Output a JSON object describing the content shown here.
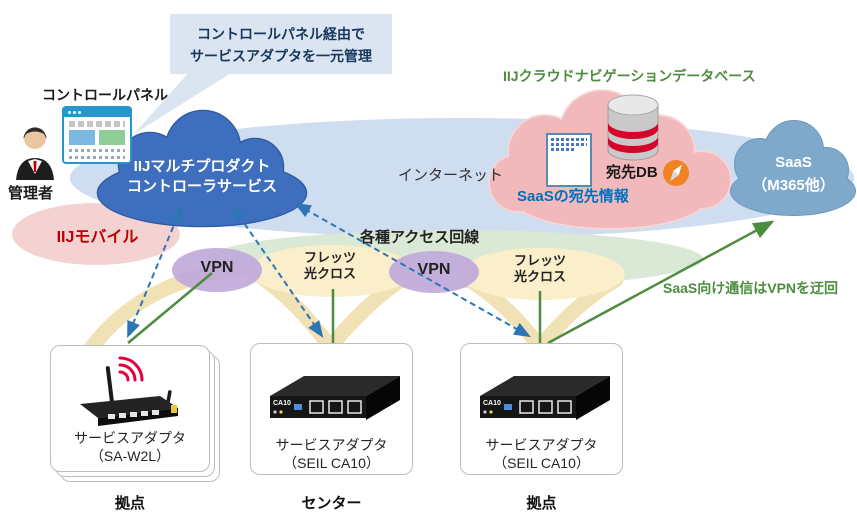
{
  "callout": {
    "line1": "コントロールパネル経由で",
    "line2": "サービスアダプタを一元管理"
  },
  "admin": {
    "panel_label": "コントロールパネル",
    "role_label": "管理者"
  },
  "controller_cloud": {
    "line1": "IIJマルチプロダクト",
    "line2": "コントローラサービス"
  },
  "internet": {
    "label": "インターネット"
  },
  "mobile": {
    "label": "IIJモバイル"
  },
  "nav_db": {
    "title": "IIJクラウドナビゲーションデータベース",
    "info_label": "SaaSの宛先情報",
    "db_label": "宛先DB"
  },
  "saas": {
    "line1": "SaaS",
    "line2": "（M365他）"
  },
  "access": {
    "label": "各種アクセス回線",
    "vpn_left": "VPN",
    "vpn_right": "VPN",
    "flets_left": {
      "line1": "フレッツ",
      "line2": "光クロス"
    },
    "flets_right": {
      "line1": "フレッツ",
      "line2": "光クロス"
    }
  },
  "bypass": {
    "label": "SaaS向け通信はVPNを迂回"
  },
  "devices": [
    {
      "line1": "サービスアダプタ",
      "line2": "（SA-W2L）",
      "site": "拠点"
    },
    {
      "line1": "サービスアダプタ",
      "line2": "（SEIL CA10）",
      "site": "センター",
      "front_text": "CA10"
    },
    {
      "line1": "サービスアダプタ",
      "line2": "（SEIL CA10）",
      "site": "拠点",
      "front_text": "CA10"
    }
  ],
  "colors": {
    "controller_cloud": "#3E6FBE",
    "internet_band": "#CEDDF0",
    "mobile_fill": "#F4D2D2",
    "mobile_text": "#C00000",
    "access_fill": "#D8E8D3",
    "vpn_fill": "#C0A9DB",
    "flets_fill": "#FAEECB",
    "arc_yellow": "#F0DFAE",
    "nav_cloud": "#F2B9BD",
    "nav_title_green": "#4E8C3F",
    "info_blue": "#0070C0",
    "saas_cloud": "#7FA9CB",
    "dashed_arrow": "#2E75B6",
    "green_line": "#4E8C3F",
    "callout_fill": "#DBE5F1",
    "callout_text": "#17375E"
  }
}
